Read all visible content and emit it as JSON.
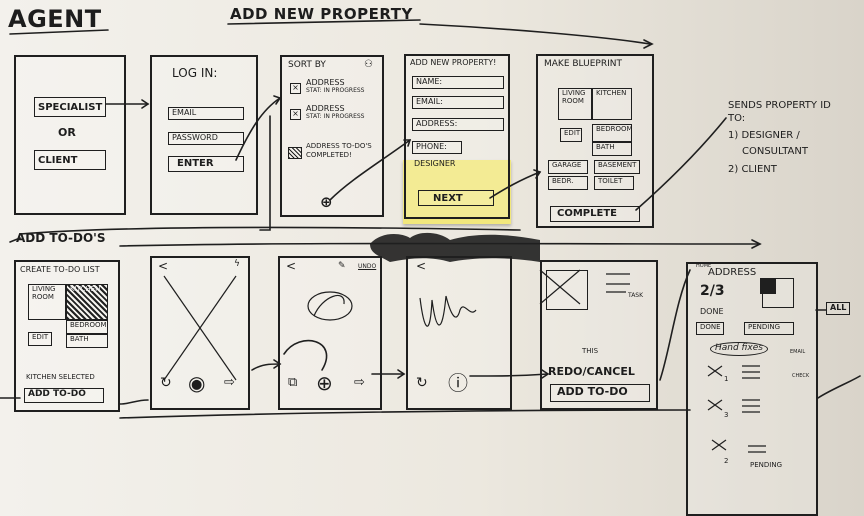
{
  "header": {
    "title": "AGENT",
    "flow_title": "ADD NEW PROPERTY"
  },
  "s1": {
    "specialist": "SPECIALIST",
    "or": "OR",
    "client": "CLIENT"
  },
  "s2": {
    "title": "LOG IN:",
    "email": "EMAIL",
    "password": "PASSWORD",
    "enter": "ENTER"
  },
  "s3": {
    "sort_by": "SORT BY",
    "item1_title": "ADDRESS",
    "item1_status": "STAT: IN PROGRESS",
    "item2_title": "ADDRESS",
    "item2_status": "STAT: IN PROGRESS",
    "item3_line1": "ADDRESS TO-DO'S",
    "item3_line2": "COMPLETED!"
  },
  "s4": {
    "title": "ADD NEW PROPERTY!",
    "name": "NAME:",
    "email": "EMAIL:",
    "address": "ADDRESS:",
    "phone": "PHONE:",
    "designer": "DESIGNER",
    "next": "NEXT"
  },
  "s5": {
    "title": "MAKE BLUEPRINT",
    "living": "LIVING ROOM",
    "kitchen": "KITCHEN",
    "edit": "EDIT",
    "bedroom": "BEDROOM",
    "bath": "BATH",
    "garage": "GARAGE",
    "basement": "BASEMENT",
    "bedr": "BEDR.",
    "toilet": "TOILET",
    "complete": "COMPLETE"
  },
  "note": {
    "line1": "SENDS PROPERTY ID",
    "line2": "TO:",
    "line3": "1) DESIGNER /",
    "line4": "CONSULTANT",
    "line5": "2) CLIENT"
  },
  "section2": {
    "label": "ADD TO-DO'S"
  },
  "b1": {
    "title": "CREATE TO-DO LIST",
    "living": "LIVING ROOM",
    "kitchen": "KITCHEN",
    "edit": "EDIT",
    "bedroom": "BEDROOM",
    "bath": "BATH",
    "selected": "KITCHEN SELECTED",
    "add": "ADD TO-DO"
  },
  "b3": {
    "undo": "UNDO"
  },
  "b5": {
    "task": "TASK",
    "this": "THIS",
    "redo": "REDO/CANCEL",
    "add": "ADD TO-DO"
  },
  "b6": {
    "home": "HOME",
    "title": "ADDRESS",
    "fraction": "2/3",
    "done_label": "DONE",
    "done_btn": "DONE",
    "pending_btn": "PENDING",
    "add_all": "ALL",
    "handfixes": "Hand fixes",
    "pending": "PENDING",
    "c1": "1",
    "c2": "2",
    "c3": "3",
    "check1": "EMAIL",
    "check2": "CHECK"
  },
  "ink": "#1f1f1f",
  "sticky_color": "#f1e77d"
}
